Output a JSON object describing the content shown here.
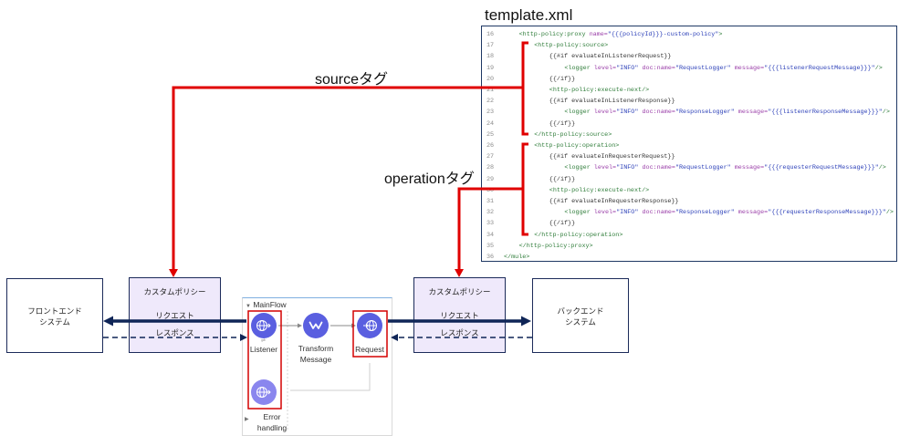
{
  "editor": {
    "file_name": "template.xml",
    "lines": [
      {
        "num": "16",
        "indent": 1,
        "tokens": [
          [
            "tag",
            "<http-policy:proxy"
          ],
          [
            "attr",
            " name="
          ],
          [
            "val",
            "\"{{{policyId}}}-custom-policy\""
          ],
          [
            "tag",
            ">"
          ]
        ]
      },
      {
        "num": "17",
        "indent": 2,
        "tokens": [
          [
            "tag",
            "<http-policy:source>"
          ]
        ]
      },
      {
        "num": "18",
        "indent": 3,
        "tokens": [
          [
            "text",
            "{{#if evaluateInListenerRequest}}"
          ]
        ]
      },
      {
        "num": "19",
        "indent": 4,
        "tokens": [
          [
            "tag",
            "<logger"
          ],
          [
            "attr",
            " level="
          ],
          [
            "val",
            "\"INFO\""
          ],
          [
            "attr",
            " doc:name="
          ],
          [
            "val",
            "\"RequestLogger\""
          ],
          [
            "attr",
            " message="
          ],
          [
            "val",
            "\"{{{listenerRequestMessage}}}\""
          ],
          [
            "tag",
            "/>"
          ]
        ]
      },
      {
        "num": "20",
        "indent": 3,
        "tokens": [
          [
            "text",
            "{{/if}}"
          ]
        ]
      },
      {
        "num": "21",
        "indent": 3,
        "tokens": [
          [
            "tag",
            "<http-policy:execute-next/>"
          ]
        ]
      },
      {
        "num": "22",
        "indent": 3,
        "tokens": [
          [
            "text",
            "{{#if evaluateInListenerResponse}}"
          ]
        ]
      },
      {
        "num": "23",
        "indent": 4,
        "tokens": [
          [
            "tag",
            "<logger"
          ],
          [
            "attr",
            " level="
          ],
          [
            "val",
            "\"INFO\""
          ],
          [
            "attr",
            " doc:name="
          ],
          [
            "val",
            "\"ResponseLogger\""
          ],
          [
            "attr",
            " message="
          ],
          [
            "val",
            "\"{{{listenerResponseMessage}}}\""
          ],
          [
            "tag",
            "/>"
          ]
        ]
      },
      {
        "num": "24",
        "indent": 3,
        "tokens": [
          [
            "text",
            "{{/if}}"
          ]
        ]
      },
      {
        "num": "25",
        "indent": 2,
        "tokens": [
          [
            "tag",
            "</http-policy:source>"
          ]
        ]
      },
      {
        "num": "26",
        "indent": 2,
        "tokens": [
          [
            "tag",
            "<http-policy:operation>"
          ]
        ]
      },
      {
        "num": "27",
        "indent": 3,
        "tokens": [
          [
            "text",
            "{{#if evaluateInRequesterRequest}}"
          ]
        ]
      },
      {
        "num": "28",
        "indent": 4,
        "tokens": [
          [
            "tag",
            "<logger"
          ],
          [
            "attr",
            " level="
          ],
          [
            "val",
            "\"INFO\""
          ],
          [
            "attr",
            " doc:name="
          ],
          [
            "val",
            "\"RequestLogger\""
          ],
          [
            "attr",
            " message="
          ],
          [
            "val",
            "\"{{{requesterRequestMessage}}}\""
          ],
          [
            "tag",
            "/>"
          ]
        ]
      },
      {
        "num": "29",
        "indent": 3,
        "tokens": [
          [
            "text",
            "{{/if}}"
          ]
        ]
      },
      {
        "num": "30",
        "indent": 3,
        "tokens": [
          [
            "tag",
            "<http-policy:execute-next/>"
          ]
        ]
      },
      {
        "num": "31",
        "indent": 3,
        "tokens": [
          [
            "text",
            "{{#if evaluateInRequesterResponse}}"
          ]
        ]
      },
      {
        "num": "32",
        "indent": 4,
        "tokens": [
          [
            "tag",
            "<logger"
          ],
          [
            "attr",
            " level="
          ],
          [
            "val",
            "\"INFO\""
          ],
          [
            "attr",
            " doc:name="
          ],
          [
            "val",
            "\"ResponseLogger\""
          ],
          [
            "attr",
            " message="
          ],
          [
            "val",
            "\"{{{requesterResponseMessage}}}\""
          ],
          [
            "tag",
            "/>"
          ]
        ]
      },
      {
        "num": "33",
        "indent": 3,
        "tokens": [
          [
            "text",
            "{{/if}}"
          ]
        ]
      },
      {
        "num": "34",
        "indent": 2,
        "tokens": [
          [
            "tag",
            "</http-policy:operation>"
          ]
        ]
      },
      {
        "num": "35",
        "indent": 1,
        "tokens": [
          [
            "tag",
            "</http-policy:proxy>"
          ]
        ]
      },
      {
        "num": "36",
        "indent": 0,
        "tokens": [
          [
            "tag",
            "</mule>"
          ]
        ]
      }
    ]
  },
  "annotations": {
    "source_tag": "sourceタグ",
    "operation_tag": "operationタグ"
  },
  "frontend": {
    "line1": "フロントエンド",
    "line2": "システム"
  },
  "backend": {
    "line1": "バックエンド",
    "line2": "システム"
  },
  "policy_left": {
    "title": "カスタムポリシー",
    "request": "リクエスト",
    "response": "レスポンス"
  },
  "policy_right": {
    "title": "カスタムポリシー",
    "request": "リクエスト",
    "response": "レスポンス"
  },
  "mainflow": {
    "title": "MainFlow",
    "components": {
      "listener": "Listener",
      "transform_line1": "Transform",
      "transform_line2": "Message",
      "request": "Request",
      "error_line1": "Error",
      "error_line2": "handling"
    }
  },
  "colors": {
    "highlight_red": "#e00000",
    "arrow_navy": "#0f2557",
    "policy_fill": "#efe9fb",
    "component_indigo": "#5a5fe0",
    "error_component": "#8a86ee"
  }
}
